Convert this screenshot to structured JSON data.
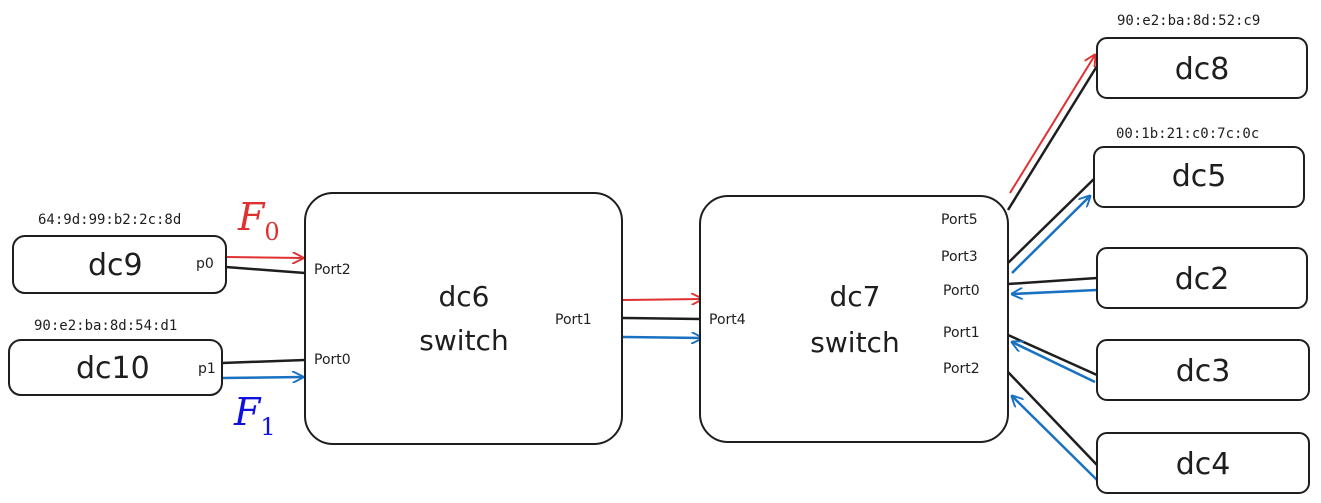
{
  "nodes": {
    "dc9": {
      "label": "dc9",
      "mac": "64:9d:99:b2:2c:8d",
      "port": "p0"
    },
    "dc10": {
      "label": "dc10",
      "mac": "90:e2:ba:8d:54:d1",
      "port": "p1"
    },
    "dc8": {
      "label": "dc8",
      "mac": "90:e2:ba:8d:52:c9"
    },
    "dc5": {
      "label": "dc5",
      "mac": "00:1b:21:c0:7c:0c"
    },
    "dc2": {
      "label": "dc2"
    },
    "dc3": {
      "label": "dc3"
    },
    "dc4": {
      "label": "dc4"
    }
  },
  "switches": {
    "dc6": {
      "name": "dc6",
      "type": "switch",
      "ports": {
        "p2": "Port2",
        "p0": "Port0",
        "p1": "Port1"
      }
    },
    "dc7": {
      "name": "dc7",
      "type": "switch",
      "ports": {
        "p4": "Port4",
        "p5": "Port5",
        "p3": "Port3",
        "p0": "Port0",
        "p1": "Port1",
        "p2": "Port2"
      }
    }
  },
  "flows": {
    "f0": {
      "letter": "F",
      "sub": "0",
      "color": "#e03131"
    },
    "f1": {
      "letter": "F",
      "sub": "1",
      "color": "#1971c2"
    }
  }
}
